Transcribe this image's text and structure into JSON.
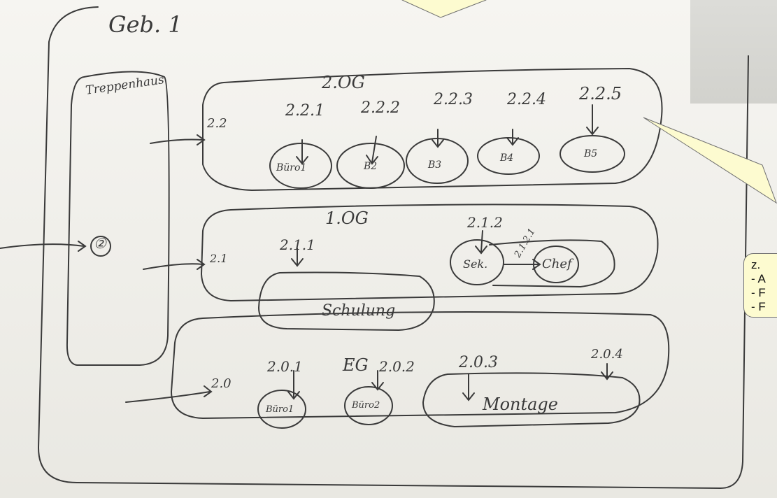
{
  "building_title": "Geb. 1",
  "stairwell_label": "Treppenhaus",
  "entry_marker": "②",
  "floors": [
    {
      "name": "2.OG",
      "code": "2.2",
      "rooms": [
        {
          "code": "2.2.1",
          "name": "Büro1"
        },
        {
          "code": "2.2.2",
          "name": "B2"
        },
        {
          "code": "2.2.3",
          "name": "B3"
        },
        {
          "code": "2.2.4",
          "name": "B4"
        },
        {
          "code": "2.2.5",
          "name": "B5"
        }
      ]
    },
    {
      "name": "1.OG",
      "code": "2.1",
      "rooms": [
        {
          "code": "2.1.1",
          "name": "Schulung"
        },
        {
          "code": "2.1.2",
          "name": "Sek."
        },
        {
          "code": "2.1.2.1",
          "name": "Chef"
        }
      ]
    },
    {
      "name": "EG",
      "code": "2.0",
      "rooms": [
        {
          "code": "2.0.1",
          "name": "Büro1"
        },
        {
          "code": "2.0.2",
          "name": "Büro2"
        },
        {
          "code": "2.0.3",
          "name": "Montage"
        },
        {
          "code": "2.0.4",
          "name": ""
        }
      ]
    }
  ],
  "callout": {
    "lines": [
      "z.",
      "- A",
      "- F",
      "- F"
    ]
  },
  "colors": {
    "ink": "#3a3a3a",
    "callout_fill": "#fdfbd0",
    "paper": "#f2f1ec"
  }
}
